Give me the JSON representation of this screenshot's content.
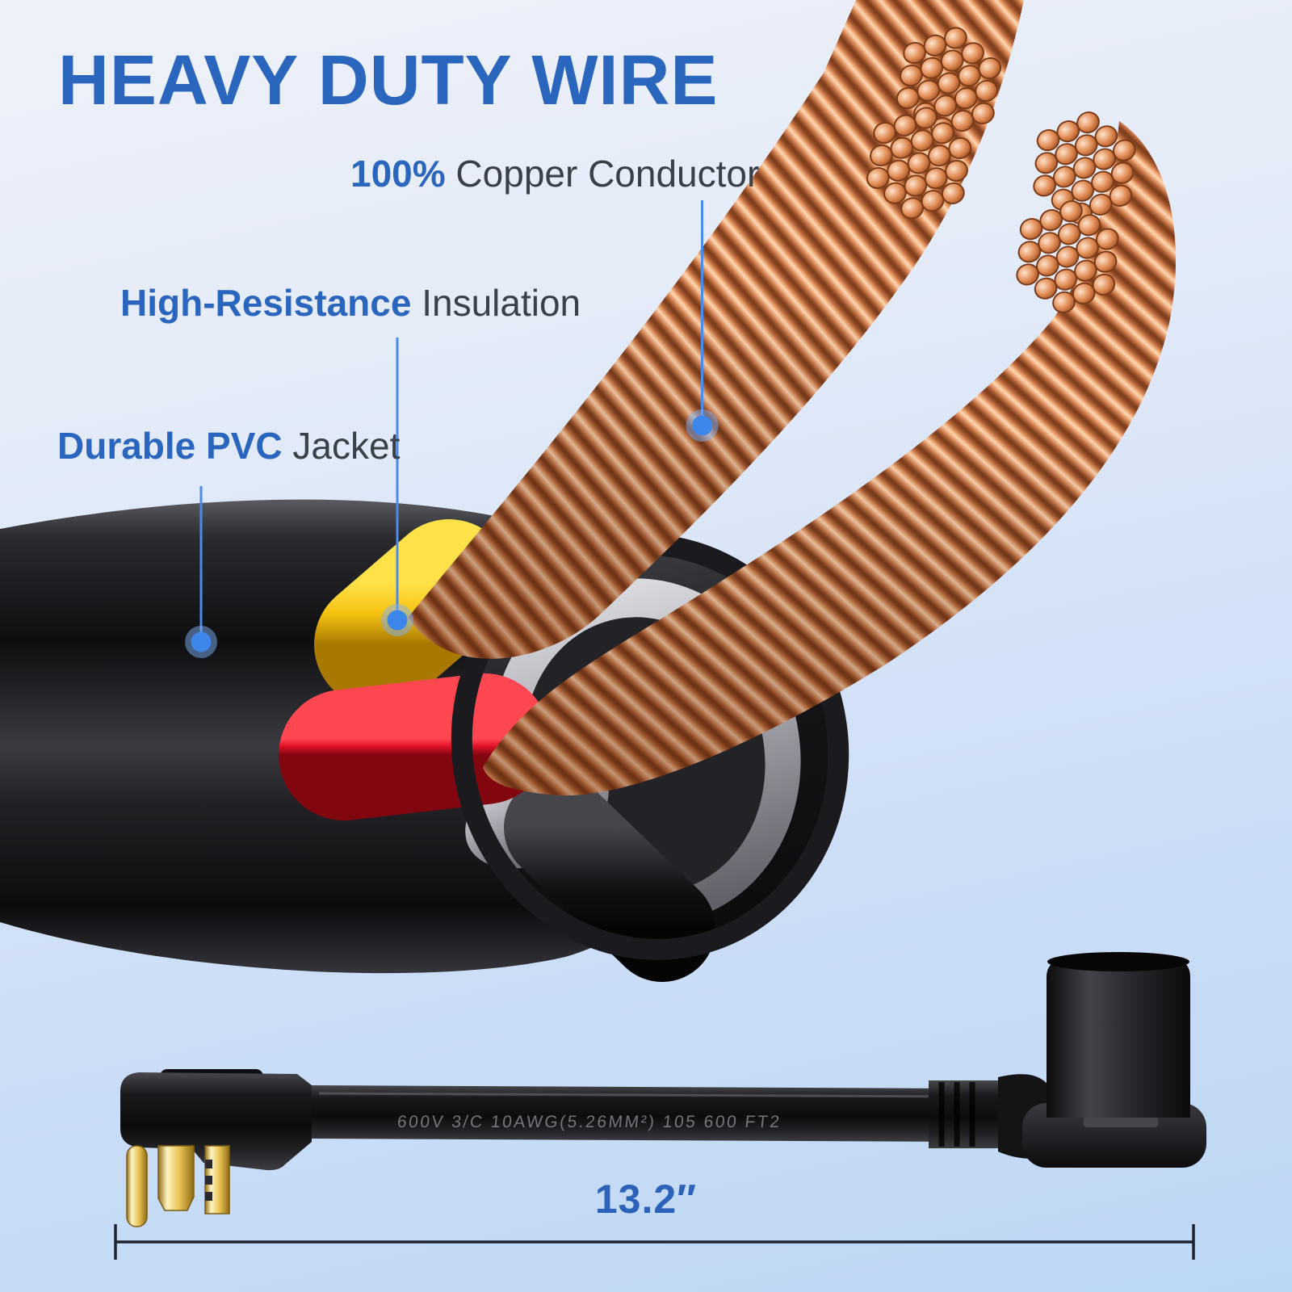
{
  "title": "HEAVY DUTY WIRE",
  "callouts": {
    "copper": {
      "highlight": "100%",
      "rest": " Copper Conductor"
    },
    "insulation": {
      "highlight": "High-Resistance",
      "rest": " Insulation"
    },
    "jacket": {
      "highlight": "Durable PVC",
      "rest": " Jacket"
    }
  },
  "measurement": {
    "label": "13.2″"
  },
  "cable_print": "600V  3/C  10AWG(5.26MM²)  105  600 FT2",
  "colors": {
    "accent_blue": "#2b66be",
    "text_dark": "#3a4047",
    "leader_blue": "#4b8bea",
    "background_top": "#eef1f9",
    "background_bottom": "#bcd7f5",
    "copper": "#d97f4e",
    "insulation_yellow": "#f6c21a",
    "wire_red": "#e8192c",
    "jacket_black": "#17171a",
    "prong_gold": "#e8c253",
    "dimension_line": "#1d2430"
  }
}
